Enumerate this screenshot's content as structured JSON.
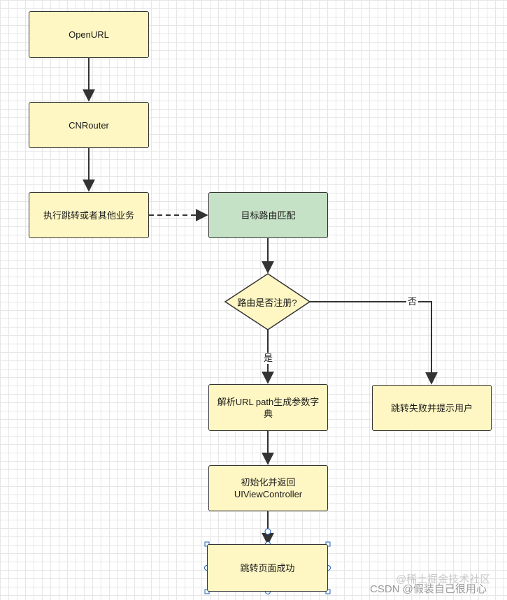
{
  "diagram": {
    "nodes": {
      "open_url": "OpenURL",
      "cn_router": "CNRouter",
      "execute": "执行跳转或者其他业务",
      "match": "目标路由匹配",
      "decision": "路由是否注册?",
      "parse": "解析URL path生成参数字典",
      "fail": "跳转失败并提示用户",
      "init_line1": "初始化并返回",
      "init_line2": "UIViewController",
      "success": "跳转页面成功"
    },
    "edge_labels": {
      "yes": "是",
      "no": "否"
    },
    "colors": {
      "process_fill": "#fef6c3",
      "target_fill": "#c6e2c6",
      "stroke": "#333333",
      "selection": "#1f5fbf"
    }
  },
  "watermarks": {
    "juejin": "@稀土掘金技术社区",
    "csdn": "CSDN @假装自己很用心"
  }
}
